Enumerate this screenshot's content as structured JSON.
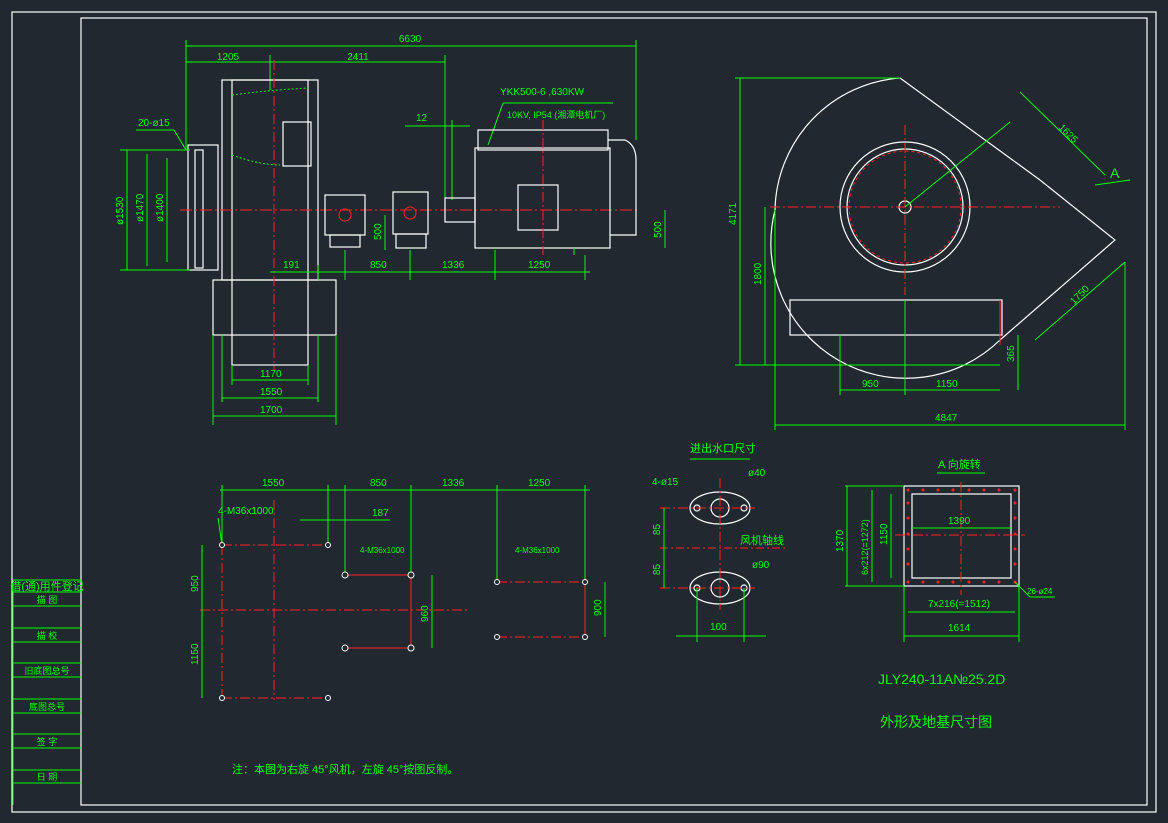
{
  "title_block": [
    "借(通)用件登记",
    "描 图",
    "描 校",
    "旧底图总号",
    "底图总号",
    "签 字",
    "日 期"
  ],
  "side_view": {
    "dims": {
      "overall": "6630",
      "d1205": "1205",
      "d2411": "2411",
      "d12": "12",
      "d500a": "500",
      "d500b": "500",
      "d191": "191",
      "d850": "850",
      "d1336": "1336",
      "d1250": "1250",
      "d1170": "1170",
      "d1550": "1550",
      "d1700": "1700",
      "phi1530": "ø1530",
      "phi1470": "ø1470",
      "phi1400": "ø1400",
      "holes": "20-ø15"
    },
    "motor_model": "YKK500-6 ,630KW",
    "motor_spec": "10KV, IP54 (湘潭电机厂)"
  },
  "front_view": {
    "dims": {
      "d1625": "1625",
      "d1750": "1750",
      "d365": "365",
      "d4171": "4171",
      "d1800": "1800",
      "d950": "950",
      "d1150": "1150",
      "d4847": "4847"
    },
    "view_label": "A"
  },
  "foundation": {
    "dims": {
      "d1550": "1550",
      "d850": "850",
      "d1336": "1336",
      "d1250": "1250",
      "d187": "187",
      "d950": "950",
      "d1150": "1150",
      "d960": "960",
      "d900": "900"
    },
    "bolts_a": "4-M36x1000",
    "bolts_b": "4-M36x1000",
    "bolts_c": "4-M36x1000"
  },
  "water_port": {
    "title": "进出水口尺寸",
    "holes": "4-ø15",
    "phi40": "ø40",
    "phi90": "ø90",
    "axis": "风机轴线",
    "d85a": "85",
    "d85b": "85",
    "d100": "100"
  },
  "a_view": {
    "title": "A 向旋转",
    "d1390": "1390",
    "d1370": "1370",
    "d1272": "6x212(=1272)",
    "d1150": "1150",
    "d1512": "7x216(=1512)",
    "d1614": "1614",
    "holes": "26-ø24"
  },
  "model": "JLY240-11A№25.2D",
  "drawing_title": "外形及地基尺寸图",
  "note": "注：本图为右旋 45°风机，左旋 45°按图反制。"
}
